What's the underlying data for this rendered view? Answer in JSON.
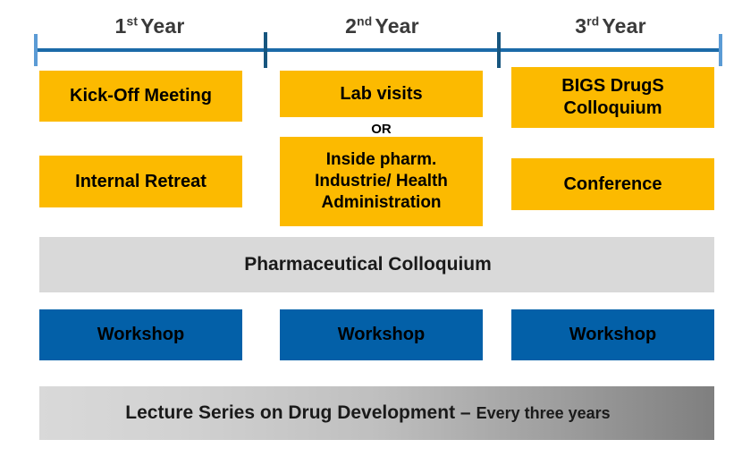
{
  "timeline": {
    "years": [
      {
        "ordinal": "1",
        "suffix": "st",
        "word": "Year"
      },
      {
        "ordinal": "2",
        "suffix": "nd",
        "word": "Year"
      },
      {
        "ordinal": "3",
        "suffix": "rd",
        "word": "Year"
      }
    ],
    "colors": {
      "axis": "#1b6aa8",
      "tick_end": "#5b9bd5",
      "tick_mid": "#17567f",
      "yellow": "#fcba00",
      "blue": "#0360a8",
      "grey": "#d9d9d9"
    }
  },
  "row1": {
    "year1": {
      "label": "Kick-Off Meeting"
    },
    "year2": {
      "label": "Lab visits"
    },
    "year3": {
      "line1": "BIGS DrugS",
      "line2": "Colloquium"
    }
  },
  "connector": {
    "or_label": "OR"
  },
  "row2": {
    "year1": {
      "label": "Internal Retreat"
    },
    "year2": {
      "line1": "Inside pharm.",
      "line2": "Industrie/ Health",
      "line3": "Administration"
    },
    "year3": {
      "label": "Conference"
    }
  },
  "colloquium_bar": {
    "label": "Pharmaceutical Colloquium"
  },
  "row3": {
    "year1": {
      "label": "Workshop"
    },
    "year2": {
      "label": "Workshop"
    },
    "year3": {
      "label": "Workshop"
    }
  },
  "lecture_bar": {
    "main": "Lecture  Series on Drug Development –",
    "suffix": "Every three years"
  }
}
